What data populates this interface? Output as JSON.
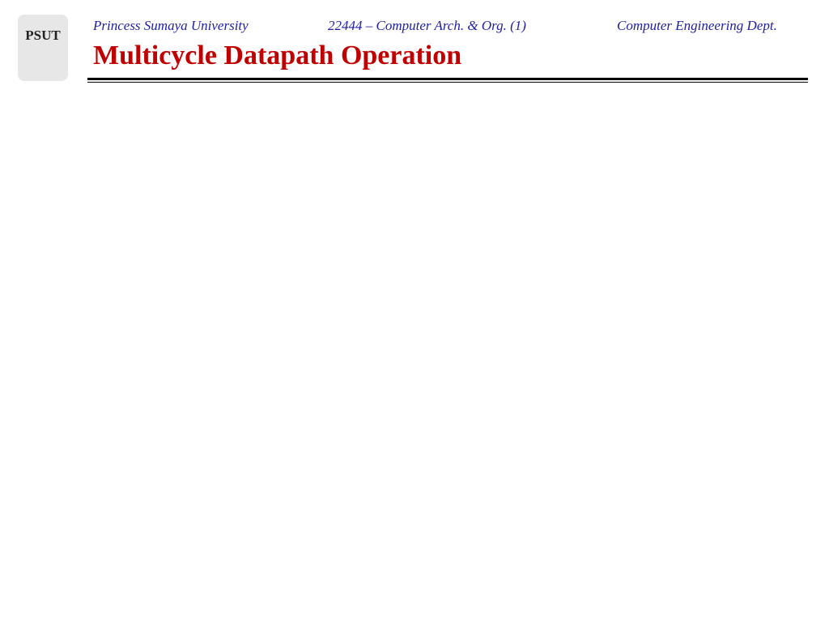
{
  "header": {
    "left": "Princess Sumaya University",
    "center": "22444 – Computer Arch. & Org. (1)",
    "right": "Computer Engineering Dept."
  },
  "title": "Multicycle Datapath Operation",
  "logo_text": "PSUT"
}
